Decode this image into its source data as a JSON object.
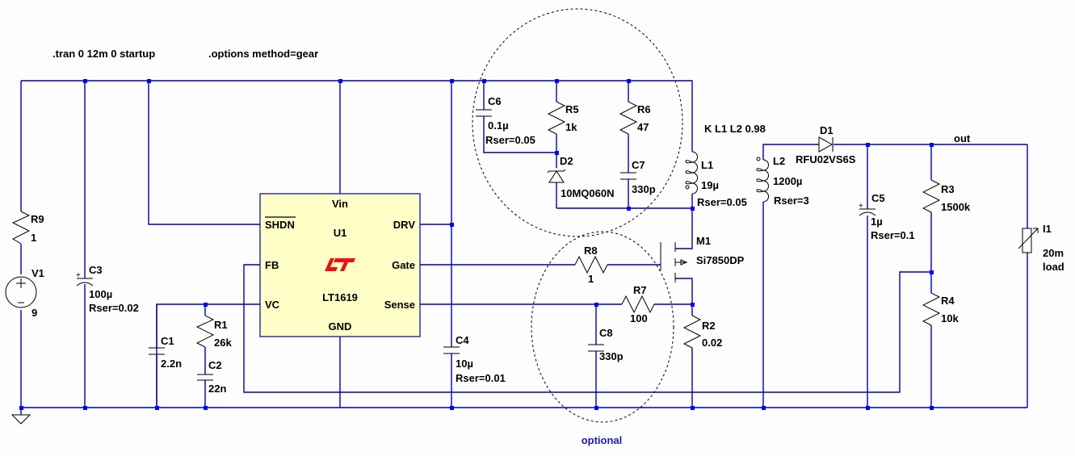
{
  "directives": {
    "tran": ".tran 0 12m 0 startup",
    "options": ".options method=gear",
    "coupling": "K L1 L2 0.98",
    "optional_note": "optional"
  },
  "net_labels": {
    "out": "out"
  },
  "ic": {
    "ref": "U1",
    "part": "LT1619",
    "logo": "LT",
    "logo_color": "#ee1111",
    "body_color": "#ffffc8",
    "pins": {
      "vin": "Vin",
      "shdn": "SHDN",
      "fb": "FB",
      "vc": "VC",
      "gnd": "GND",
      "drv": "DRV",
      "gate": "Gate",
      "sense": "Sense"
    }
  },
  "components": {
    "R9": {
      "ref": "R9",
      "value": "1"
    },
    "V1": {
      "ref": "V1",
      "value": "9"
    },
    "C3": {
      "ref": "C3",
      "value": "100µ",
      "rser": "Rser=0.02"
    },
    "C1": {
      "ref": "C1",
      "value": "2.2n"
    },
    "R1": {
      "ref": "R1",
      "value": "26k"
    },
    "C2": {
      "ref": "C2",
      "value": "22n"
    },
    "C4": {
      "ref": "C4",
      "value": "10µ",
      "rser": "Rser=0.01"
    },
    "C6": {
      "ref": "C6",
      "value": "0.1µ",
      "rser": "Rser=0.05"
    },
    "R5": {
      "ref": "R5",
      "value": "1k"
    },
    "D2": {
      "ref": "D2",
      "value": "10MQ060N"
    },
    "R6": {
      "ref": "R6",
      "value": "47"
    },
    "C7": {
      "ref": "C7",
      "value": "330p"
    },
    "L1": {
      "ref": "L1",
      "value": "19µ",
      "rser": "Rser=0.05"
    },
    "L2": {
      "ref": "L2",
      "value": "1200µ",
      "rser": "Rser=3"
    },
    "D1": {
      "ref": "D1",
      "value": "RFU02VS6S"
    },
    "C5": {
      "ref": "C5",
      "value": "1µ",
      "rser": "Rser=0.1"
    },
    "R3": {
      "ref": "R3",
      "value": "1500k"
    },
    "R4": {
      "ref": "R4",
      "value": "10k"
    },
    "I1": {
      "ref": "I1",
      "value": "20m",
      "extra": "load"
    },
    "M1": {
      "ref": "M1",
      "value": "Si7850DP"
    },
    "R8": {
      "ref": "R8",
      "value": "1"
    },
    "R7": {
      "ref": "R7",
      "value": "100"
    },
    "C8": {
      "ref": "C8",
      "value": "330p"
    },
    "R2": {
      "ref": "R2",
      "value": "0.02"
    }
  }
}
